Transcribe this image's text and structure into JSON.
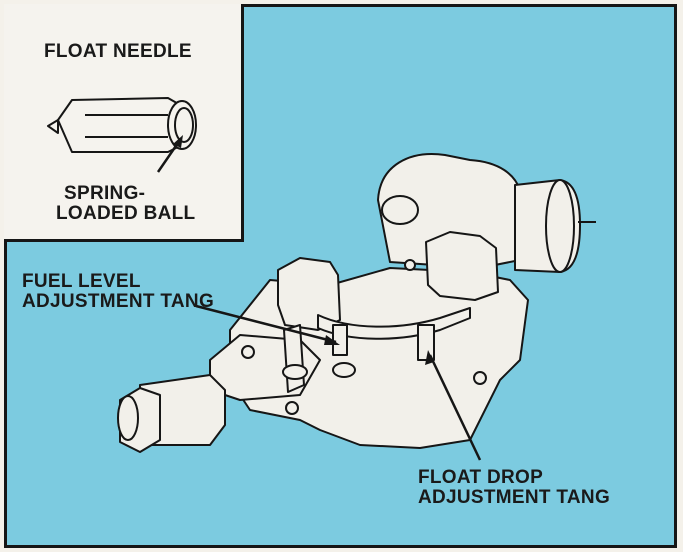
{
  "inset": {
    "title": "FLOAT NEEDLE",
    "ball_line1": "SPRING-",
    "ball_line2": "LOADED BALL"
  },
  "callouts": {
    "fuel_line1": "FUEL LEVEL",
    "fuel_line2": "ADJUSTMENT TANG",
    "drop_line1": "FLOAT DROP",
    "drop_line2": "ADJUSTMENT TANG"
  },
  "colors": {
    "background": "#7ccbe0",
    "inset_background": "#f5f3ee",
    "line": "#161616",
    "part": "#f2f0ea"
  },
  "icons": [
    "float-needle-icon",
    "carburetor-icon"
  ]
}
